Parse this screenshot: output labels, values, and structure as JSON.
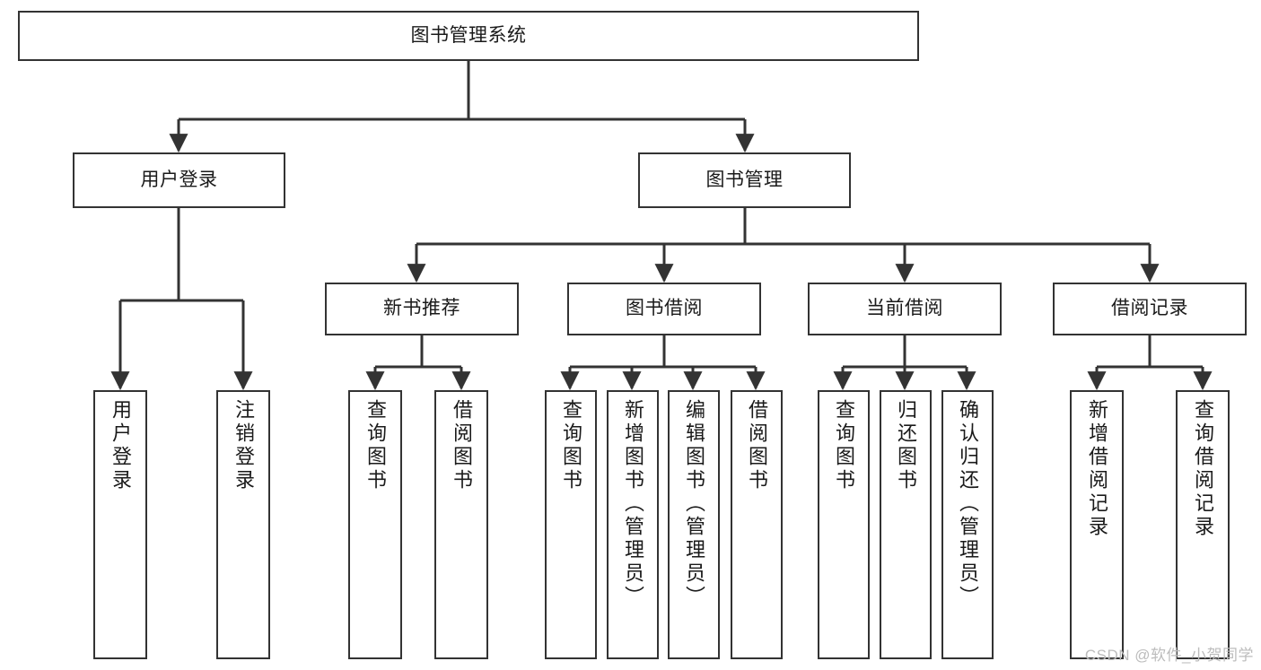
{
  "diagram": {
    "title": "图书管理系统",
    "type": "function-structure-tree",
    "stroke_color": "#333333",
    "fill_color": "#ffffff",
    "text_color": "#1a1a1a",
    "background": "#ffffff"
  },
  "nodes": {
    "root": {
      "label": "图书管理系统"
    },
    "level1": [
      {
        "label": "用户登录"
      },
      {
        "label": "图书管理"
      }
    ],
    "level2": [
      {
        "label": "新书推荐"
      },
      {
        "label": "图书借阅"
      },
      {
        "label": "当前借阅"
      },
      {
        "label": "借阅记录"
      }
    ],
    "leaves": [
      {
        "label": "用户登录"
      },
      {
        "label": "注销登录"
      },
      {
        "label": "查询图书"
      },
      {
        "label": "借阅图书"
      },
      {
        "label": "查询图书"
      },
      {
        "label": "新增图书（管理员）"
      },
      {
        "label": "编辑图书（管理员）"
      },
      {
        "label": "借阅图书"
      },
      {
        "label": "查询图书"
      },
      {
        "label": "归还图书"
      },
      {
        "label": "确认归还（管理员）"
      },
      {
        "label": "新增借阅记录"
      },
      {
        "label": "查询借阅记录"
      }
    ]
  },
  "watermark": {
    "text": "CSDN @软件_小贺同学"
  }
}
